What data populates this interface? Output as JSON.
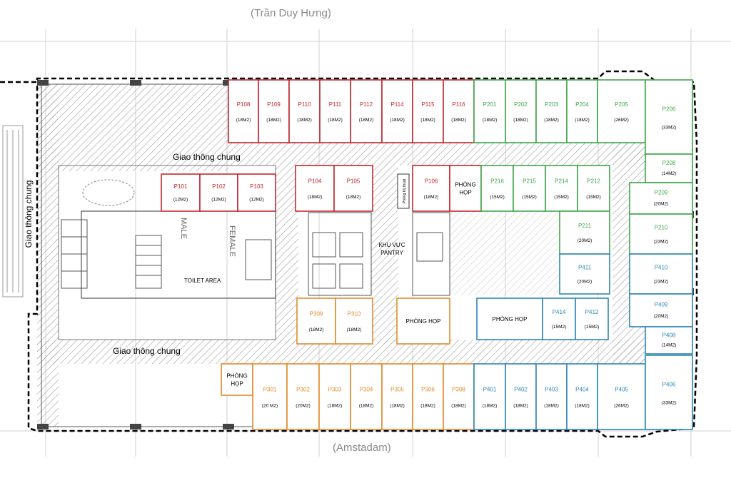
{
  "streets": {
    "north": "(Trần Duy Hưng)",
    "south": "(Amstadam)"
  },
  "labels": {
    "corridor_top": "Giao thông chung",
    "corridor_bottom": "Giao thông chung",
    "corridor_left": "Giao thông chung",
    "toilet": "TOILET AREA",
    "male": "MALE",
    "female": "FEMALE",
    "pantry_1": "KHU VỰC",
    "pantry_2": "PANTRY",
    "tech_room": "Phòng Kỹ thuật"
  },
  "colors": {
    "red": "#c2282f",
    "green": "#3fa64a",
    "orange": "#e08b2c",
    "blue": "#2f86b5",
    "wall": "#000000",
    "hatch": "#9a9a9a",
    "grid": "#cfcfcf"
  },
  "rooms": [
    {
      "id": "P108",
      "area": "(18M2)",
      "color": "red"
    },
    {
      "id": "P109",
      "area": "(18M2)",
      "color": "red"
    },
    {
      "id": "P110",
      "area": "(18M2)",
      "color": "red"
    },
    {
      "id": "P111",
      "area": "(18M2)",
      "color": "red"
    },
    {
      "id": "P112",
      "area": "(18M2)",
      "color": "red"
    },
    {
      "id": "P114",
      "area": "(18M2)",
      "color": "red"
    },
    {
      "id": "P115",
      "area": "(18M2)",
      "color": "red"
    },
    {
      "id": "P116",
      "area": "(18M2)",
      "color": "red"
    },
    {
      "id": "P201",
      "area": "(18M2)",
      "color": "green"
    },
    {
      "id": "P202",
      "area": "(18M2)",
      "color": "green"
    },
    {
      "id": "P203",
      "area": "(18M2)",
      "color": "green"
    },
    {
      "id": "P204",
      "area": "(18M2)",
      "color": "green"
    },
    {
      "id": "P205",
      "area": "(26M2)",
      "color": "green"
    },
    {
      "id": "P206",
      "area": "(33M2)",
      "color": "green"
    },
    {
      "id": "P101",
      "area": "(12M2)",
      "color": "red"
    },
    {
      "id": "P102",
      "area": "(12M2)",
      "color": "red"
    },
    {
      "id": "P103",
      "area": "(12M2)",
      "color": "red"
    },
    {
      "id": "P104",
      "area": "(18M2)",
      "color": "red"
    },
    {
      "id": "P105",
      "area": "(18M2)",
      "color": "red"
    },
    {
      "id": "P106",
      "area": "(18M2)",
      "color": "red"
    },
    {
      "id": "PHÒNG HỌP",
      "area": "",
      "color": "red"
    },
    {
      "id": "P216",
      "area": "(15M2)",
      "color": "green"
    },
    {
      "id": "P215",
      "area": "(15M2)",
      "color": "green"
    },
    {
      "id": "P214",
      "area": "(15M2)",
      "color": "green"
    },
    {
      "id": "P212",
      "area": "(15M2)",
      "color": "green"
    },
    {
      "id": "P208",
      "area": "(14M2)",
      "color": "green"
    },
    {
      "id": "P209",
      "area": "(20M2)",
      "color": "green"
    },
    {
      "id": "P210",
      "area": "(23M2)",
      "color": "green"
    },
    {
      "id": "P211",
      "area": "(20M2)",
      "color": "green"
    },
    {
      "id": "P411",
      "area": "(20M2)",
      "color": "blue"
    },
    {
      "id": "P410",
      "area": "(23M2)",
      "color": "blue"
    },
    {
      "id": "P409",
      "area": "(20M2)",
      "color": "blue"
    },
    {
      "id": "P408",
      "area": "(14M2)",
      "color": "blue"
    },
    {
      "id": "P414",
      "area": "(15M2)",
      "color": "blue"
    },
    {
      "id": "P412",
      "area": "(15M2)",
      "color": "blue"
    },
    {
      "id": "PHÒNG HỌP",
      "area": "",
      "color": "blue"
    },
    {
      "id": "P309",
      "area": "(18M2)",
      "color": "orange"
    },
    {
      "id": "P310",
      "area": "(18M2)",
      "color": "orange"
    },
    {
      "id": "PHÒNG HỌP",
      "area": "",
      "color": "orange"
    },
    {
      "id": "PHÒNG HỌP",
      "area": "",
      "color": "orange"
    },
    {
      "id": "P301",
      "area": "(20 M2)",
      "color": "orange"
    },
    {
      "id": "P302",
      "area": "(20M2)",
      "color": "orange"
    },
    {
      "id": "P303",
      "area": "(18M2)",
      "color": "orange"
    },
    {
      "id": "P304",
      "area": "(18M2)",
      "color": "orange"
    },
    {
      "id": "P305",
      "area": "(18M2)",
      "color": "orange"
    },
    {
      "id": "P306",
      "area": "(18M2)",
      "color": "orange"
    },
    {
      "id": "P308",
      "area": "(18M2)",
      "color": "orange"
    },
    {
      "id": "P401",
      "area": "(18M2)",
      "color": "blue"
    },
    {
      "id": "P402",
      "area": "(18M2)",
      "color": "blue"
    },
    {
      "id": "P403",
      "area": "(18M2)",
      "color": "blue"
    },
    {
      "id": "P404",
      "area": "(18M2)",
      "color": "blue"
    },
    {
      "id": "P405",
      "area": "(26M2)",
      "color": "blue"
    },
    {
      "id": "P406",
      "area": "(33M2)",
      "color": "blue"
    }
  ]
}
